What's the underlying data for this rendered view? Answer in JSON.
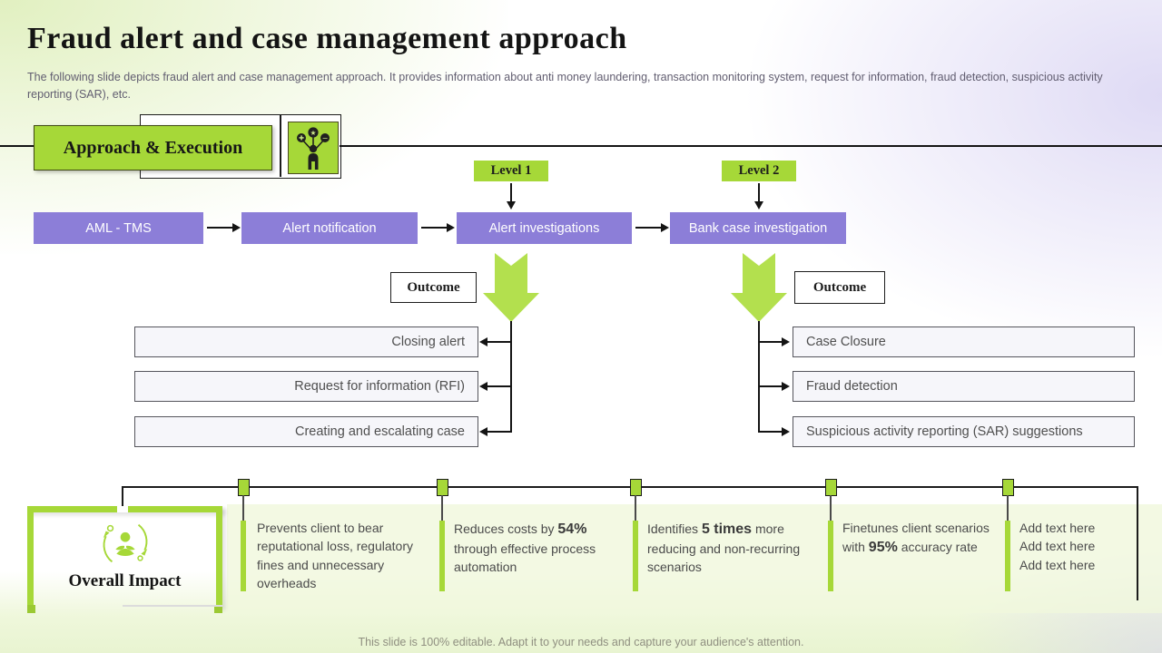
{
  "slide": {
    "title": "Fraud alert and case management approach",
    "subtitle": "The following slide depicts fraud alert and case management approach. It provides information about anti money laundering, transaction monitoring system, request for information, fraud detection, suspicious activity reporting (SAR), etc.",
    "footer": "This slide is 100% editable. Adapt it to your needs and capture your audience's attention."
  },
  "header": {
    "tab_label": "Approach & Execution",
    "icon": "person-with-option-signs-icon"
  },
  "levels": [
    {
      "label": "Level 1"
    },
    {
      "label": "Level 2"
    }
  ],
  "flow": {
    "steps": [
      {
        "label": "AML - TMS"
      },
      {
        "label": "Alert notification"
      },
      {
        "label": "Alert investigations"
      },
      {
        "label": "Bank case investigation"
      }
    ]
  },
  "outcomes": {
    "left_label": "Outcome",
    "right_label": "Outcome",
    "left_items": [
      {
        "label": "Closing alert"
      },
      {
        "label": "Request for information (RFI)"
      },
      {
        "label": "Creating and escalating case"
      }
    ],
    "right_items": [
      {
        "label": "Case Closure"
      },
      {
        "label": "Fraud detection"
      },
      {
        "label": "Suspicious activity reporting (SAR) suggestions"
      }
    ]
  },
  "impact": {
    "title": "Overall Impact",
    "icon": "person-growth-cycle-icon",
    "items": [
      {
        "segments": [
          {
            "text": "Prevents client to bear reputational loss, regulatory fines and unnecessary overheads",
            "bold": false
          }
        ]
      },
      {
        "segments": [
          {
            "text": "Reduces costs by ",
            "bold": false
          },
          {
            "text": "54%",
            "bold": true
          },
          {
            "text": " through effective process automation",
            "bold": false
          }
        ]
      },
      {
        "segments": [
          {
            "text": "Identifies ",
            "bold": false
          },
          {
            "text": "5 times",
            "bold": true
          },
          {
            "text": " more reducing and non-recurring scenarios",
            "bold": false
          }
        ]
      },
      {
        "segments": [
          {
            "text": "Finetunes client scenarios with ",
            "bold": false
          },
          {
            "text": "95%",
            "bold": true
          },
          {
            "text": " accuracy rate",
            "bold": false
          }
        ]
      },
      {
        "segments": [
          {
            "text": "Add text here",
            "bold": false,
            "br": true
          },
          {
            "text": "Add text here",
            "bold": false,
            "br": true
          },
          {
            "text": "Add text here",
            "bold": false
          }
        ]
      }
    ]
  },
  "colors": {
    "green": "#a6d838",
    "green_arrow": "#b3e04e",
    "purple": "#8c7ed8",
    "band": "#f0f8dc"
  }
}
